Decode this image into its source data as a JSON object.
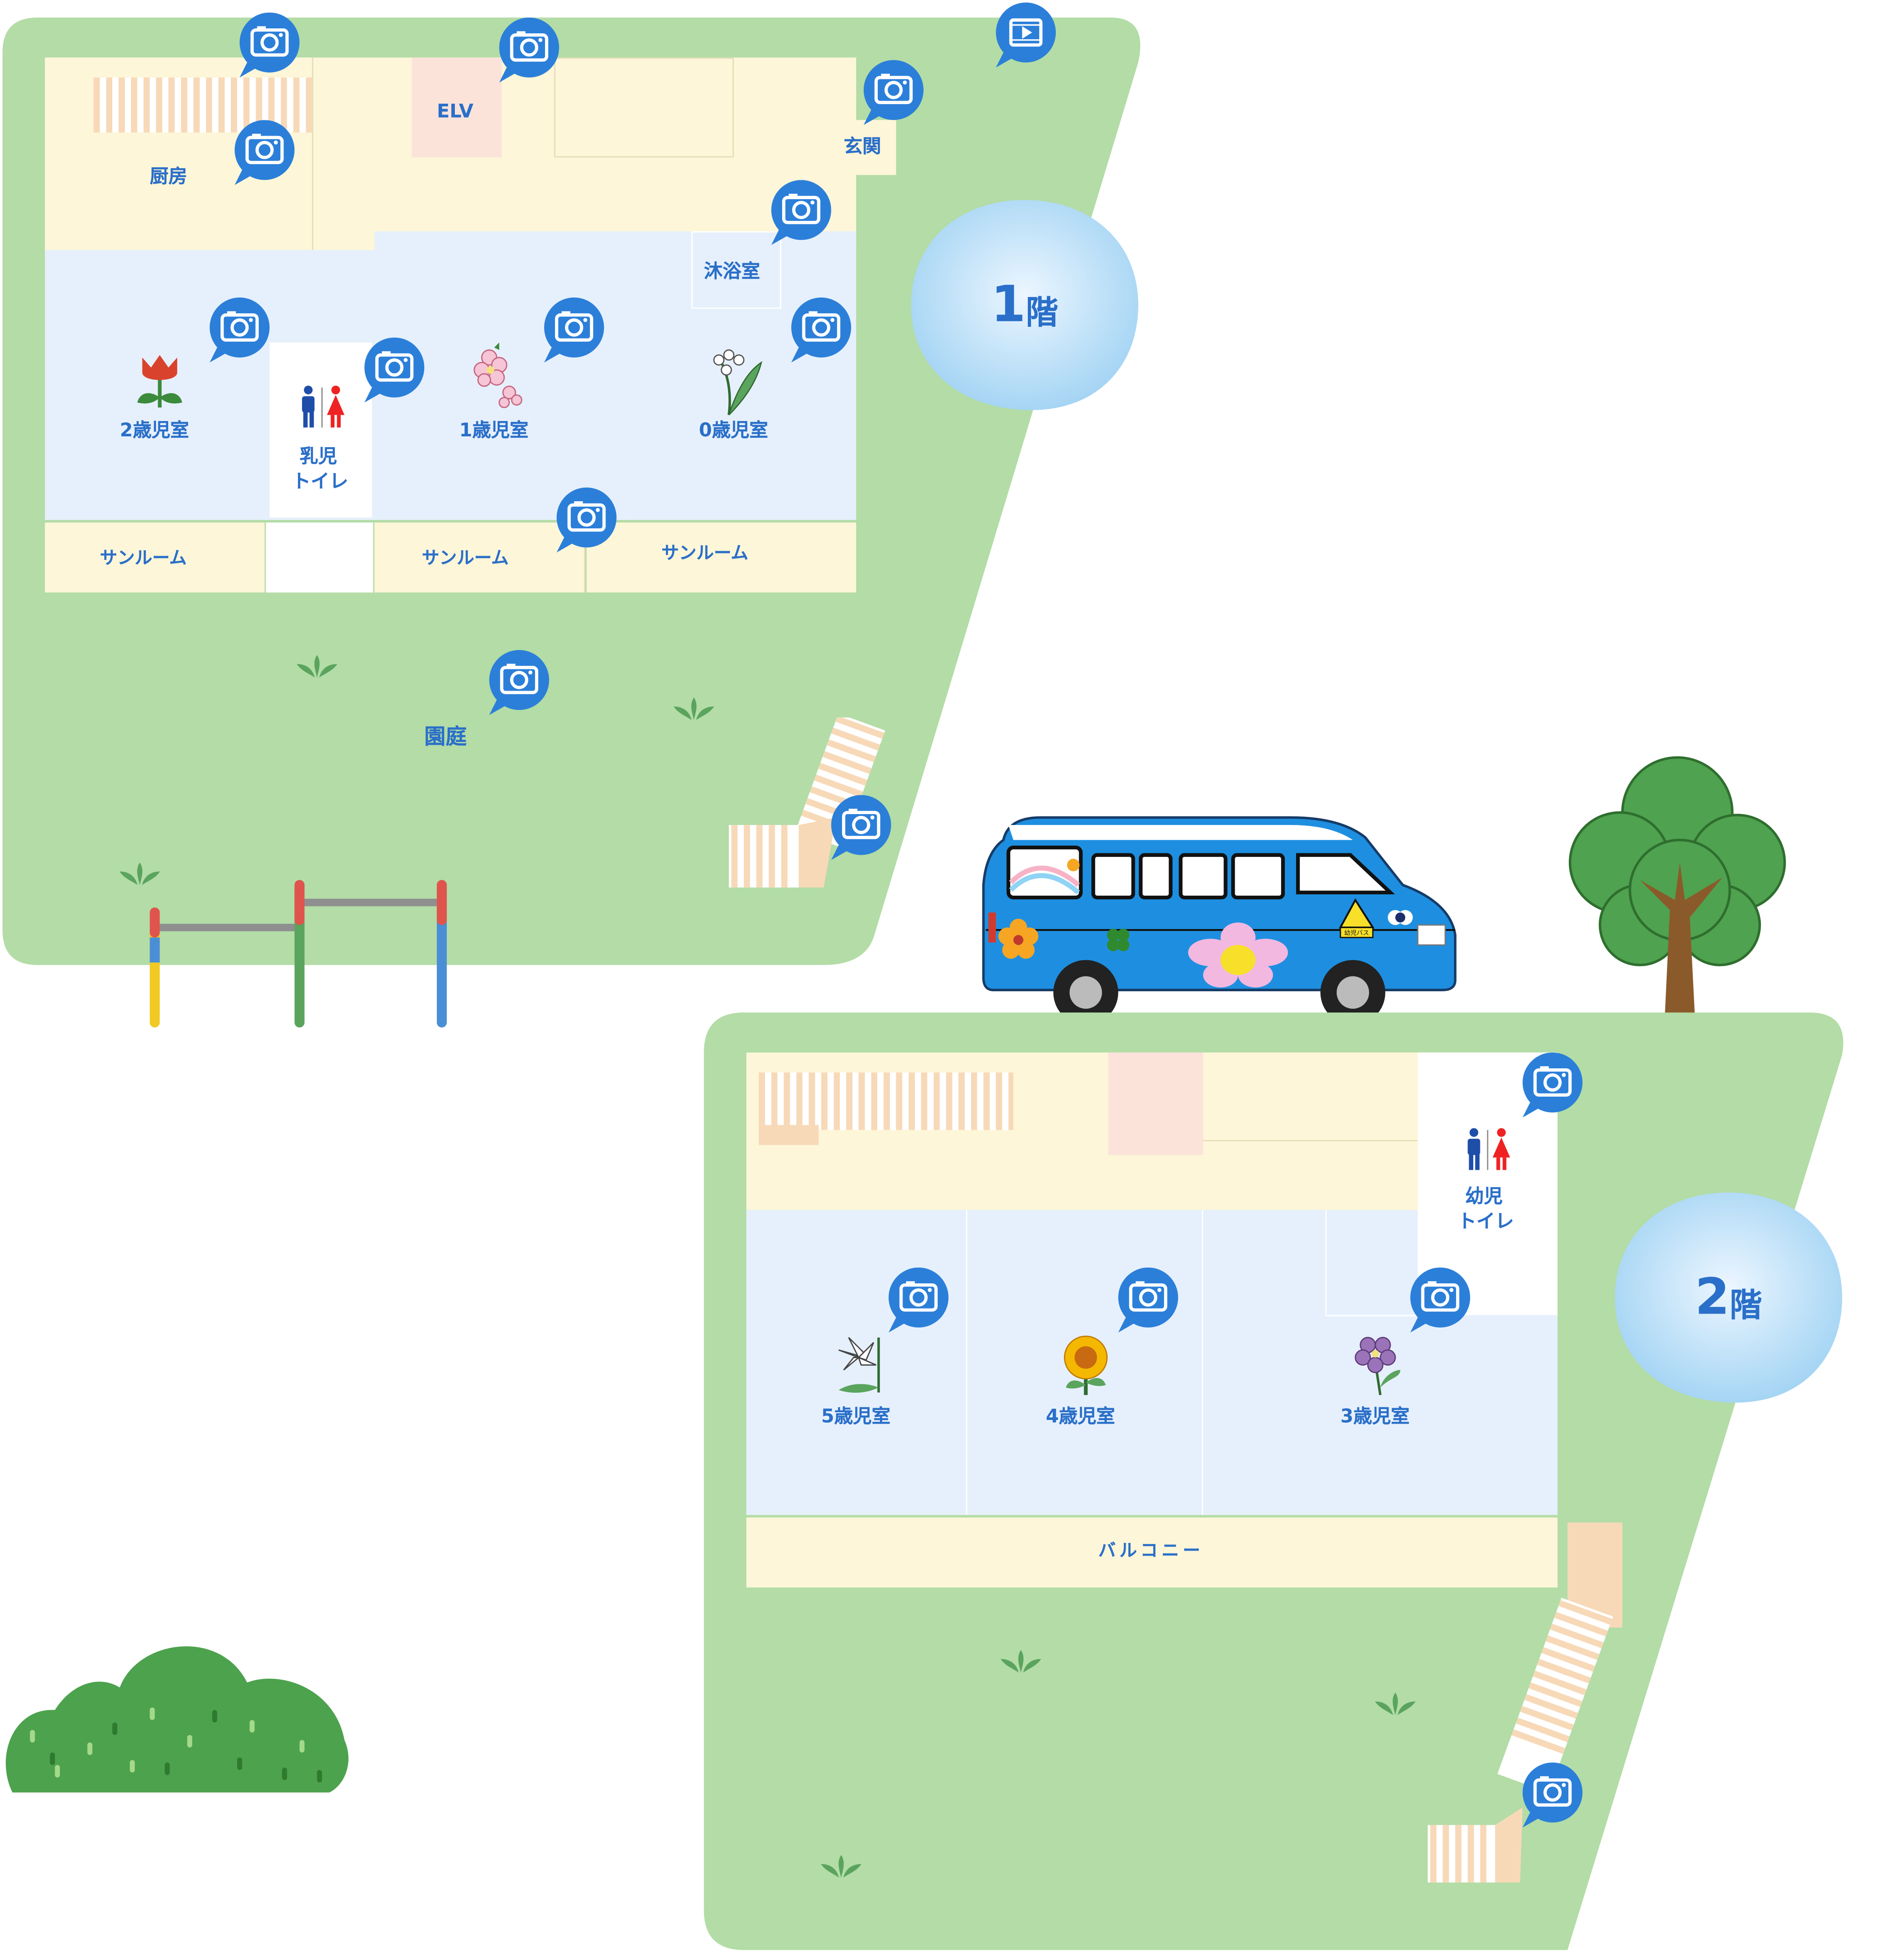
{
  "floors": {
    "first": {
      "badge_number": "1",
      "badge_suffix": "階",
      "rooms": {
        "kitchen": "厨房",
        "elevator": "ELV",
        "entrance": "玄関",
        "bath": "沐浴室",
        "room_2yo": "2歳児室",
        "room_1yo": "1歳児室",
        "room_0yo": "0歳児室",
        "toilet_line1": "乳児",
        "toilet_line2": "トイレ",
        "sunroom_a": "サンルーム",
        "sunroom_b": "サンルーム",
        "sunroom_c": "サンルーム",
        "garden": "園庭"
      }
    },
    "second": {
      "badge_number": "2",
      "badge_suffix": "階",
      "rooms": {
        "toilet_line1": "幼児",
        "toilet_line2": "トイレ",
        "room_5yo": "5歳児室",
        "room_4yo": "4歳児室",
        "room_3yo": "3歳児室",
        "balcony": "バルコニー"
      }
    }
  },
  "bus_sign": "幼児バス",
  "icons": {
    "photo": "camera-icon",
    "video": "video-icon"
  },
  "colors": {
    "grass": "#b3dca6",
    "room_blue": "#e6f0fc",
    "room_cream": "#fdf6d8",
    "label_blue": "#2a6fc9",
    "pin_blue": "#2b7fd9",
    "bus_blue": "#1e8fe0"
  }
}
